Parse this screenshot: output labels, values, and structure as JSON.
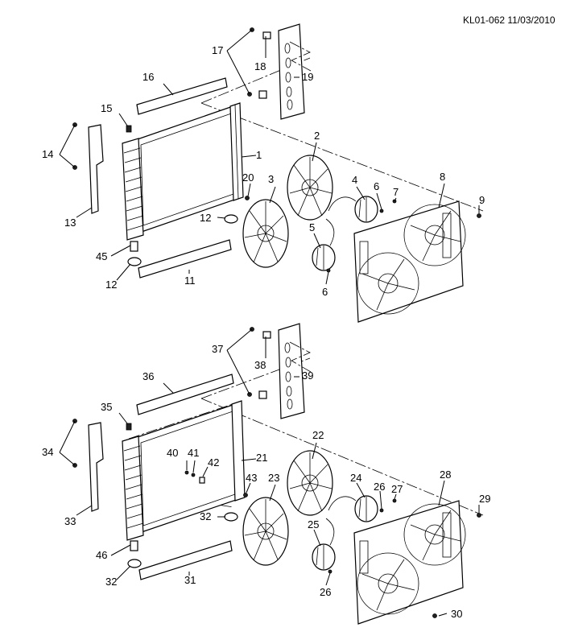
{
  "header": {
    "reference": "KL01-062 11/03/2010"
  },
  "callouts_top": {
    "c1": "1",
    "c2": "2",
    "c3": "3",
    "c4": "4",
    "c5": "5",
    "c6a": "6",
    "c6b": "6",
    "c7": "7",
    "c8": "8",
    "c9": "9",
    "c11": "11",
    "c12a": "12",
    "c12b": "12",
    "c13": "13",
    "c14": "14",
    "c15": "15",
    "c16": "16",
    "c17": "17",
    "c18": "18",
    "c19": "19",
    "c20": "20",
    "c45": "45"
  },
  "callouts_bottom": {
    "c21": "21",
    "c22": "22",
    "c23": "23",
    "c24": "24",
    "c25": "25",
    "c26a": "26",
    "c26b": "26",
    "c27": "27",
    "c28": "28",
    "c29": "29",
    "c30": "30",
    "c31": "31",
    "c32a": "32",
    "c32b": "32",
    "c33": "33",
    "c34": "34",
    "c35": "35",
    "c36": "36",
    "c37": "37",
    "c38": "38",
    "c39": "39",
    "c40": "40",
    "c41": "41",
    "c42": "42",
    "c43": "43",
    "c46": "46"
  }
}
